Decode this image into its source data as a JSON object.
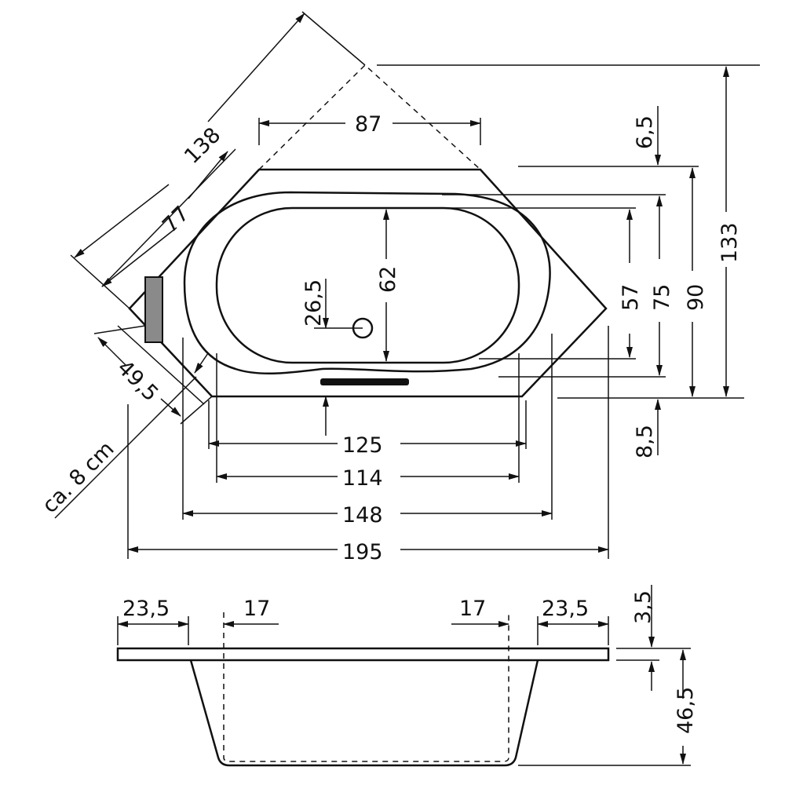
{
  "drawing": {
    "top_view": {
      "diagonal_outer": "138",
      "diagonal_inner": "77",
      "top_edge": "87",
      "top_offset": "6,5",
      "total_depth": "133",
      "rim_depth": "90",
      "outer_oval_depth": "75",
      "inner_basin_depth": "57",
      "basin_inner_depth": "62",
      "drain_offset": "26,5",
      "corner_side": "49,5",
      "corner_note": "ca. 8 cm",
      "width_125": "125",
      "width_114": "114",
      "width_148": "148",
      "width_195": "195",
      "bottom_offset": "8,5"
    },
    "side_view": {
      "left_rim": "23,5",
      "left_inner": "17",
      "right_inner": "17",
      "right_rim": "23,5",
      "rim_thickness": "3,5",
      "depth": "46,5"
    }
  }
}
